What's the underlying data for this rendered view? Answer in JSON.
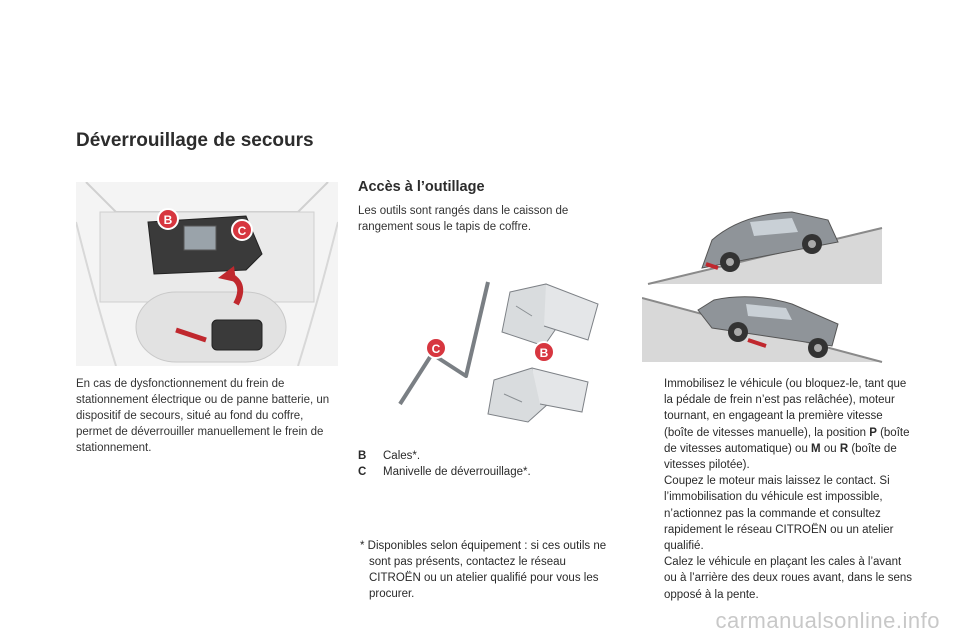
{
  "page": {
    "title": "Déverrouillage de secours"
  },
  "left": {
    "paragraph": "En cas de dysfonctionnement du frein de stationnement électrique ou de panne batterie, un dispositif de secours, situé au fond du coffre, permet de déverrouiller manuellement le frein de stationnement.",
    "trunk_image_labels": {
      "b": "B",
      "c": "C"
    }
  },
  "middle": {
    "section_title": "Accès à l’outillage",
    "intro": "Les outils sont rangés dans le caisson de rangement sous le tapis de coffre.",
    "tools_image_labels": {
      "c": "C",
      "b": "B"
    },
    "legend": [
      {
        "key": "B",
        "text": "Cales*."
      },
      {
        "key": "C",
        "text": "Manivelle de déverrouillage*."
      }
    ],
    "footnote": "* Disponibles selon équipement : si ces outils ne sont pas présents, contactez le réseau CITROËN ou un atelier qualifié pour vous les procurer."
  },
  "right": {
    "bullet_glyph": "",
    "steps": {
      "s1_a": "Immobilisez le véhicule (ou bloquez-le, tant que la pédale de frein n’est pas relâchée), moteur tournant, en engageant la première vitesse (boîte de vitesses manuelle), la position ",
      "s1_p": "P",
      "s1_b": " (boîte de vitesses automatique) ou ",
      "s1_m": "M",
      "s1_ou": " ou ",
      "s1_r": "R",
      "s1_c": " (boîte de vitesses pilotée).",
      "s2": "Coupez le moteur mais laissez le contact. Si l’immobilisation du véhicule est impossible, n’actionnez pas la commande et consultez rapidement le réseau CITROËN ou un atelier qualifié.",
      "s3": "Calez le véhicule en plaçant les cales à l’avant ou à l’arrière des deux roues avant, dans le sens opposé à la pente."
    }
  },
  "watermark": "carmanualsonline.info",
  "colors": {
    "callout_red": "#d7363f",
    "arrow_red": "#c0282e"
  }
}
